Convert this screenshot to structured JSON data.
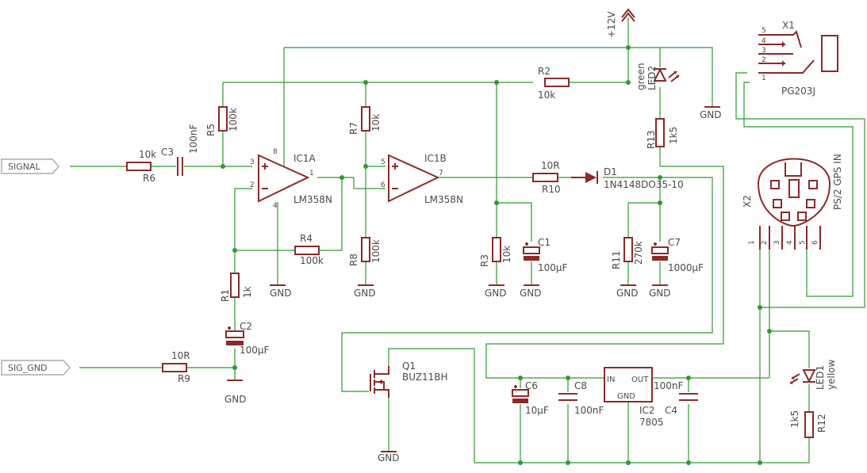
{
  "ports": {
    "signal": "SIGNAL",
    "sig_gnd": "SIG_GND"
  },
  "supply": {
    "vcc": "+12V",
    "gnd": "GND"
  },
  "opamps": {
    "ic1a": {
      "name": "IC1A",
      "value": "LM358N",
      "pin_noninv": "3",
      "pin_inv": "2",
      "pin_out": "1",
      "pin_vcc": "8",
      "pin_gnd": "4"
    },
    "ic1b": {
      "name": "IC1B",
      "value": "LM358N",
      "pin_noninv": "5",
      "pin_inv": "6",
      "pin_out": "7"
    }
  },
  "resistors": {
    "r1": {
      "name": "R1",
      "value": "1k"
    },
    "r2": {
      "name": "R2",
      "value": "10k"
    },
    "r3": {
      "name": "R3",
      "value": "10k"
    },
    "r4": {
      "name": "R4",
      "value": "100k"
    },
    "r5": {
      "name": "R5",
      "value": "100k"
    },
    "r6": {
      "name": "R6",
      "value": "10k"
    },
    "r7": {
      "name": "R7",
      "value": "10k"
    },
    "r8": {
      "name": "R8",
      "value": "100k"
    },
    "r9": {
      "name": "R9",
      "value": "10R"
    },
    "r10": {
      "name": "R10",
      "value": "10R"
    },
    "r11": {
      "name": "R11",
      "value": "270k"
    },
    "r12": {
      "name": "R12",
      "value": "1k5"
    },
    "r13": {
      "name": "R13",
      "value": "1k5"
    }
  },
  "capacitors": {
    "c1": {
      "name": "C1",
      "value": "100µF"
    },
    "c2": {
      "name": "C2",
      "value": "100µF"
    },
    "c3": {
      "name": "C3",
      "value": "100nF"
    },
    "c4": {
      "name": "C4",
      "value": "100nF"
    },
    "c6": {
      "name": "C6",
      "value": "10µF"
    },
    "c7": {
      "name": "C7",
      "value": "1000µF"
    },
    "c8": {
      "name": "C8",
      "value": "100nF"
    }
  },
  "diode": {
    "name": "D1",
    "value": "1N4148DO35-10"
  },
  "leds": {
    "led1": {
      "name": "LED1",
      "color": "yellow"
    },
    "led2": {
      "name": "LED2",
      "color": "green"
    }
  },
  "transistor": {
    "name": "Q1",
    "value": "BUZ11BH"
  },
  "regulator": {
    "name": "IC2",
    "value": "7805",
    "in": "IN",
    "out": "OUT",
    "gnd": "GND"
  },
  "connector_x1": {
    "name": "X1",
    "value": "PG203J",
    "pins": [
      "5",
      "4",
      "3",
      "2",
      "1"
    ]
  },
  "connector_x2": {
    "name": "X2",
    "value": "PS/2 GPS IN",
    "pins": [
      "1",
      "2",
      "3",
      "4",
      "5",
      "6"
    ]
  }
}
